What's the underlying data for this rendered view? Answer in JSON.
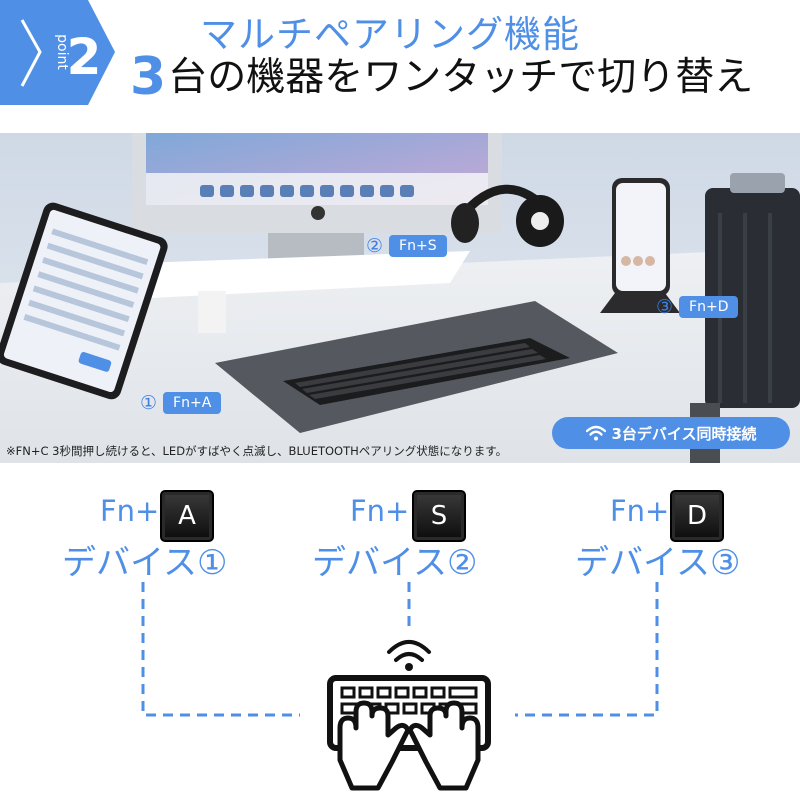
{
  "header": {
    "point_word": "point",
    "point_number": "2",
    "title_line1": "マルチペアリング機能",
    "title_line2_number": "3",
    "title_line2_rest": "台の機器をワンタッチで切り替え"
  },
  "photo": {
    "device1_circle": "①",
    "device1_key": "Fn+A",
    "device2_circle": "②",
    "device2_key": "Fn+S",
    "device3_circle": "③",
    "device3_key": "Fn+D",
    "simultaneous_badge": "3台デバイス同時接続"
  },
  "note": "※FN+C 3秒間押し続けると、LEDがすばやく点滅し、BLUETOOTHペアリング状態になります。",
  "devices": [
    {
      "fn": "Fn+",
      "key": "A",
      "label": "デバイス①"
    },
    {
      "fn": "Fn+",
      "key": "S",
      "label": "デバイス②"
    },
    {
      "fn": "Fn+",
      "key": "D",
      "label": "デバイス③"
    }
  ],
  "colors": {
    "accent": "#4f8fe6",
    "text": "#111111",
    "key": "#111111"
  },
  "icons": {
    "wifi": "wifi-icon",
    "keyboard_hands": "keyboard-typing-icon"
  }
}
